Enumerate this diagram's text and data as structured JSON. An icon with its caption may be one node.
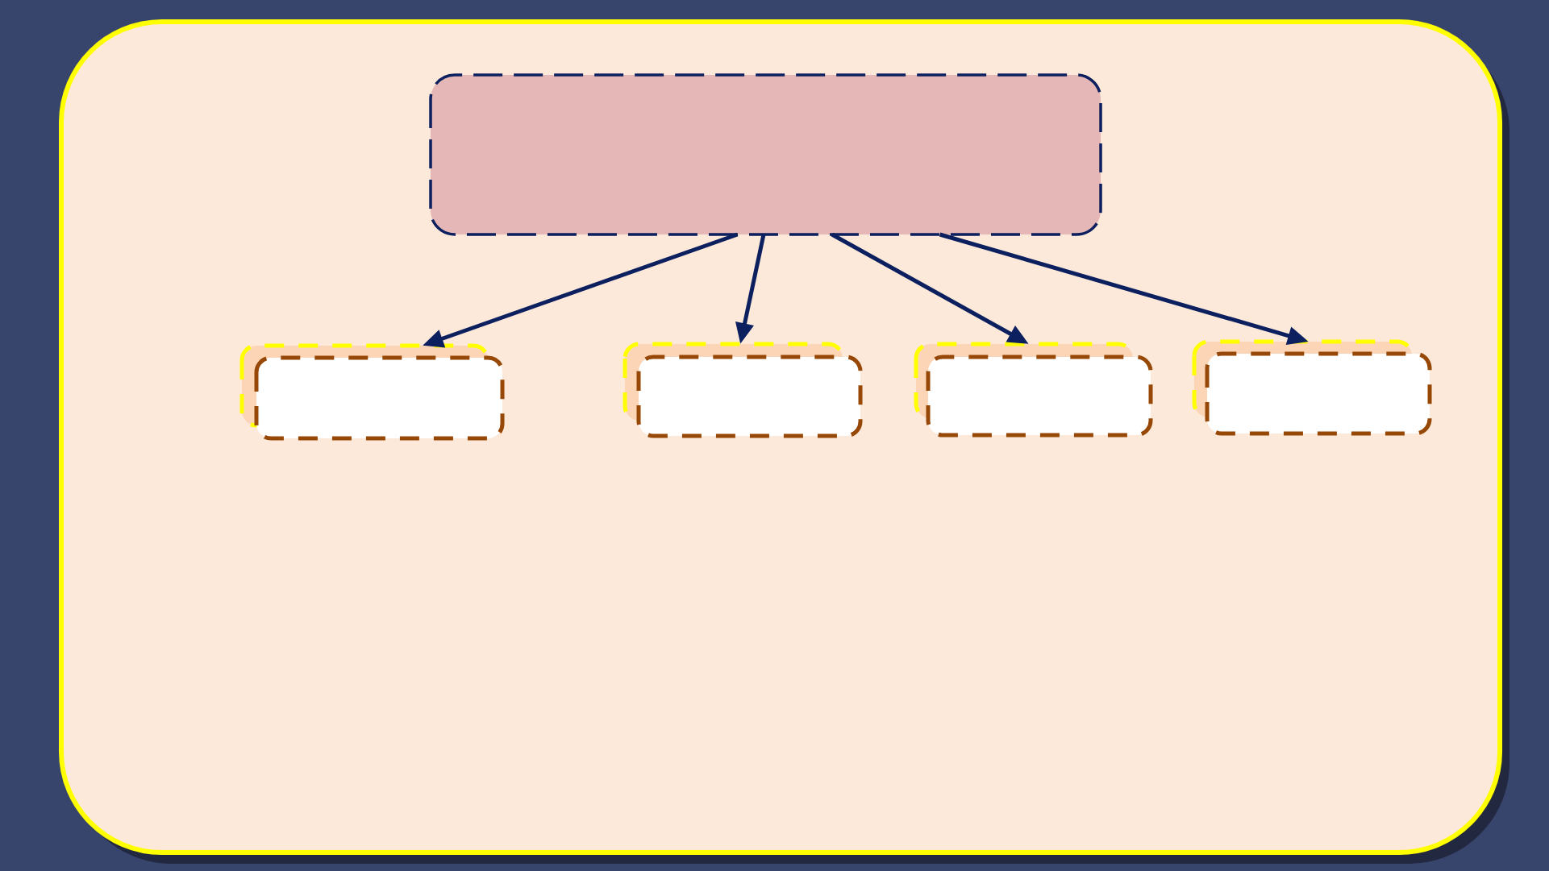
{
  "diagram": {
    "nodes": [
      {
        "text": [],
        "shape": "box"
      },
      {
        "text": [],
        "shape": "box"
      },
      {
        "text": [],
        "shape": "box"
      },
      {
        "text": [],
        "shape": "box"
      },
      {
        "text": [],
        "shape": "box"
      }
    ],
    "edges": [
      {
        "from": 0,
        "to": 1,
        "arrow": "to"
      },
      {
        "from": 0,
        "to": 2,
        "arrow": "to"
      },
      {
        "from": 0,
        "to": 3,
        "arrow": "to"
      },
      {
        "from": 0,
        "to": 4,
        "arrow": "to"
      }
    ]
  }
}
